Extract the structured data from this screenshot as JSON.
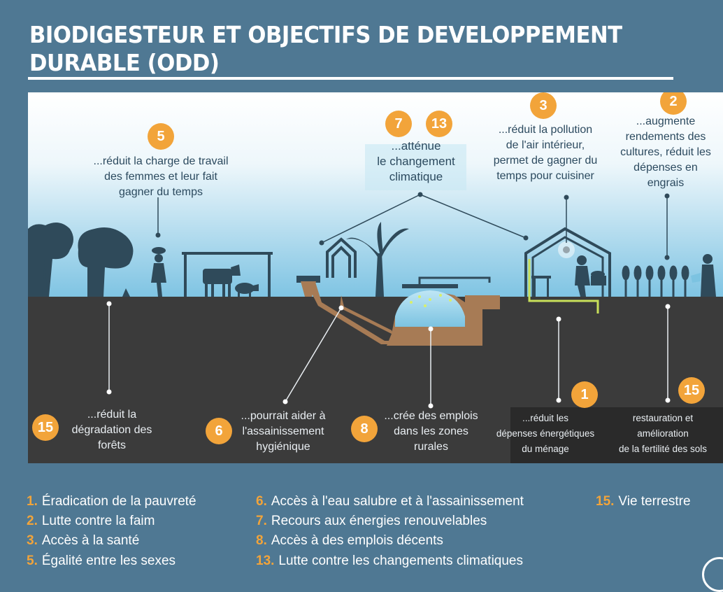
{
  "title": "BIODIGESTEUR ET OBJECTIFS DE DEVELOPPEMENT DURABLE (ODD)",
  "callouts": [
    {
      "badge": "5",
      "lines": [
        "...réduit la charge de travail",
        "des femmes et leur fait",
        "gagner du temps"
      ]
    },
    {
      "badge": "7",
      "badge2": "13",
      "lines": [
        "...atténue",
        "le changement",
        "climatique"
      ]
    },
    {
      "badge": "3",
      "lines": [
        "...réduit la pollution",
        "de l'air intérieur,",
        "permet de gagner du",
        "temps pour cuisiner"
      ]
    },
    {
      "badge": "2",
      "lines": [
        "...augmente",
        "rendements des",
        "cultures, réduit les",
        "dépenses en",
        "engrais"
      ]
    },
    {
      "badge": "15",
      "lines": [
        "...réduit la",
        "dégradation des",
        "forêts"
      ]
    },
    {
      "badge": "6",
      "lines": [
        "...pourrait aider à",
        "l'assainissement",
        "hygiénique"
      ]
    },
    {
      "badge": "8",
      "lines": [
        "...crée des emplois",
        "dans les zones",
        "rurales"
      ]
    },
    {
      "badge": "1",
      "lines": [
        "...réduit les",
        "dépenses énergétiques",
        "du ménage"
      ]
    },
    {
      "badge": "15",
      "lines": [
        "restauration et",
        "amélioration",
        "de la fertilité des sols"
      ]
    }
  ],
  "legend": [
    {
      "num": "1.",
      "label": "Éradication de la pauvreté"
    },
    {
      "num": "2.",
      "label": "Lutte contre la faim"
    },
    {
      "num": "3.",
      "label": "Accès à la santé"
    },
    {
      "num": "5.",
      "label": "Égalité entre les sexes"
    },
    {
      "num": "6.",
      "label": "Accès à l'eau salubre et à l'assainissement"
    },
    {
      "num": "7.",
      "label": "Recours aux énergies renouvelables"
    },
    {
      "num": "8.",
      "label": "Accès à des emplois décents"
    },
    {
      "num": "13.",
      "label": "Lutte contre les changements climatiques"
    },
    {
      "num": "15.",
      "label": "Vie terrestre"
    }
  ],
  "colors": {
    "background": "#4f7893",
    "sky_top": "#ffffff",
    "sky_bottom": "#7fc4e3",
    "ground": "#3b3b3b",
    "badge": "#f2a43a",
    "accent_line": "#c8e05a"
  },
  "icons": [
    "tree-icon",
    "woman-carrying-icon",
    "cow-icon",
    "pig-icon",
    "banana-tree-icon",
    "latrine-icon",
    "biodigester-icon",
    "kitchen-hut-icon",
    "cook-icon",
    "crops-icon",
    "farmer-icon"
  ]
}
